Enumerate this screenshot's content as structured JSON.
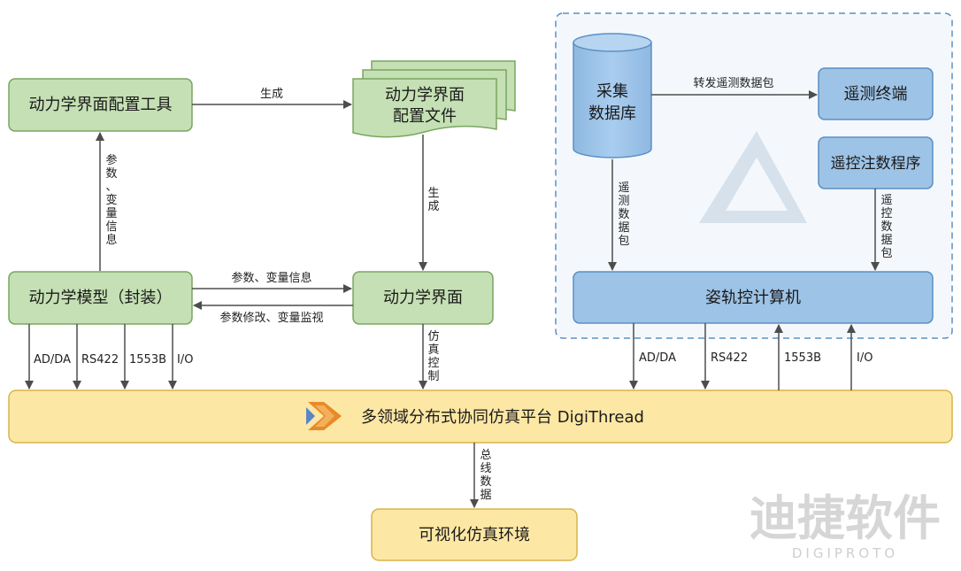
{
  "nodes": {
    "config_tool": "动力学界面配置工具",
    "config_file_l1": "动力学界面",
    "config_file_l2": "配置文件",
    "model": "动力学模型（封装）",
    "dyn_ui": "动力学界面",
    "db_l1": "采集",
    "db_l2": "数据库",
    "telemetry_terminal": "遥测终端",
    "telecommand_prog": "遥控注数程序",
    "attitude_computer": "姿轨控计算机",
    "platform": "多领域分布式协同仿真平台 DigiThread",
    "visual_env": "可视化仿真环境"
  },
  "edges": {
    "gen1": "生成",
    "gen2": "生成",
    "params_vars_v": "参数、变量信息",
    "params_vars_h": "参数、变量信息",
    "modify_monitor": "参数修改、变量监视",
    "forward_packets": "转发遥测数据包",
    "telemetry_packets": "遥测数据包",
    "telecommand_packets": "遥控数据包",
    "sim_control": "仿真控制",
    "bus_data": "总线数据"
  },
  "interfaces_left": [
    "AD/DA",
    "RS422",
    "1553B",
    "I/O"
  ],
  "interfaces_right": [
    "AD/DA",
    "RS422",
    "1553B",
    "I/O"
  ],
  "watermark": {
    "cn": "迪捷软件",
    "en": "DIGIPROTO"
  },
  "colors": {
    "green_fill": "#c5e0b4",
    "green_stroke": "#7aa660",
    "blue_fill": "#9dc3e6",
    "blue_stroke": "#5b8fc6",
    "yellow_fill": "#fde7a4",
    "yellow_stroke": "#d8b44a",
    "arrow": "#4d4d4d"
  }
}
